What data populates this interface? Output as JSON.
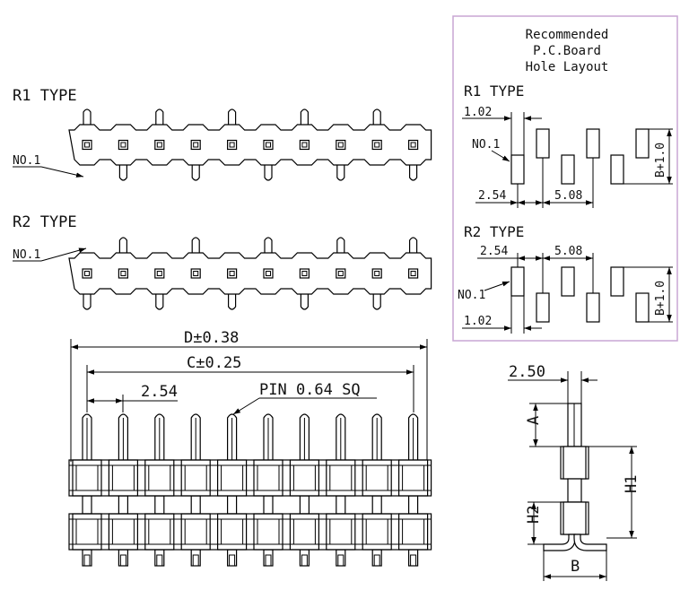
{
  "r1_type": "R1  TYPE",
  "r2_type": "R2  TYPE",
  "no1_r1": "NO.1",
  "no1_r2": "NO.1",
  "dim": {
    "d": "D±0.38",
    "c": "C±0.25",
    "pitch": "2.54",
    "pin": "PIN  0.64  SQ",
    "side_w": "2.50",
    "a": "A",
    "h1": "H1",
    "h2": "H2",
    "b": "B"
  },
  "pcb": {
    "title1": "Recommended",
    "title2": "P.C.Board",
    "title3": "Hole  Layout",
    "r1_type": "R1  TYPE",
    "r1_w": "1.02",
    "r1_no1": "NO.1",
    "r1_p1": "2.54",
    "r1_p2": "5.08",
    "r1_b": "B+1.0",
    "r2_type": "R2  TYPE",
    "r2_p1": "2.54",
    "r2_p2": "5.08",
    "r2_no1": "NO.1",
    "r2_w": "1.02",
    "r2_b": "B+1.0"
  },
  "colors": {
    "frame": "#c8a6d4",
    "line": "#000000"
  }
}
